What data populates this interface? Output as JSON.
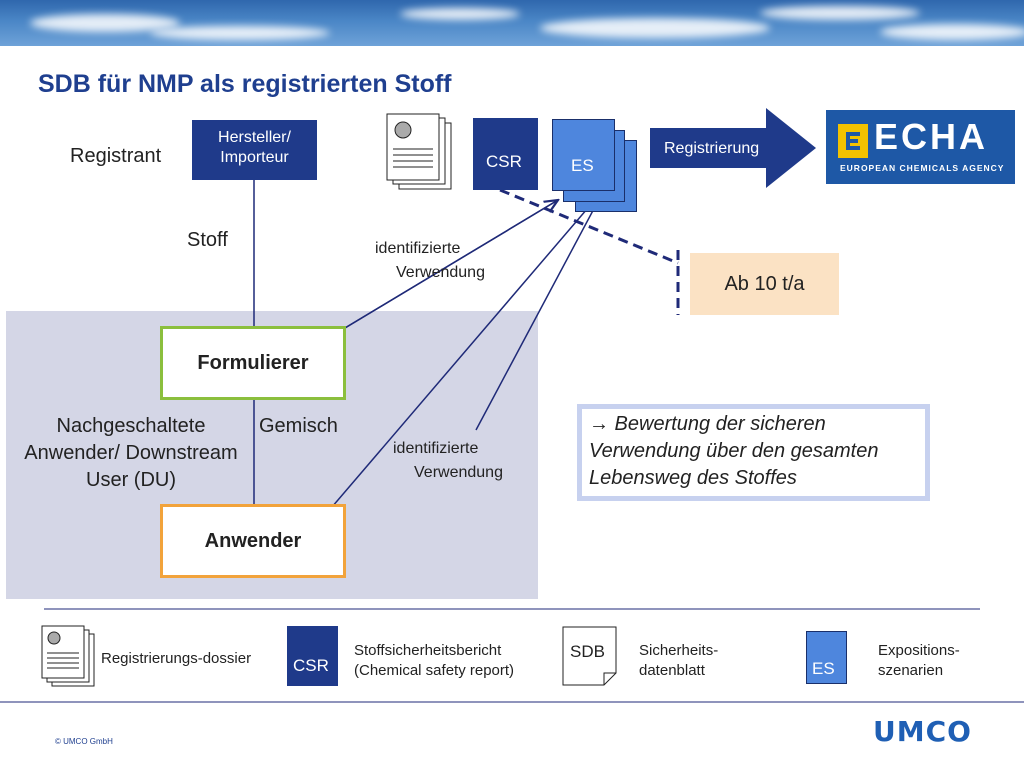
{
  "title": "SDB für NMP als registrierten Stoff",
  "registrant_label": "Registrant",
  "hersteller": {
    "line1": "Hersteller/",
    "line2": "Importeur"
  },
  "stoff_label": "Stoff",
  "csr_label": "CSR",
  "es_label": "ES",
  "registrierung_label": "Registrierung",
  "echa": {
    "name": "ECHA",
    "subtitle": "EUROPEAN CHEMICALS AGENCY"
  },
  "identified_use_top": {
    "line1": "identifizierte",
    "line2": "Verwendung"
  },
  "ab_label": "Ab 10 t/a",
  "formulierer_label": "Formulierer",
  "downstream": {
    "line1": "Nachgeschaltete",
    "line2": "Anwender/ Downstream",
    "line3": "User (DU)"
  },
  "gemisch_label": "Gemisch",
  "identified_use_bottom": {
    "line1": "identifizierte",
    "line2": "Verwendung"
  },
  "anwender_label": "Anwender",
  "evaluation": {
    "line1": "→ Bewertung der sicheren",
    "line2": "Verwendung über den gesamten",
    "line3": "Lebensweg des Stoffes"
  },
  "legend": {
    "dossier": "Registrierungs-dossier",
    "csr_icon": "CSR",
    "csr_line1": "Stoffsicherheitsbericht",
    "csr_line2": "(Chemical safety report)",
    "sdb_icon": "SDB",
    "sdb_line1": "Sicherheits-",
    "sdb_line2": "datenblatt",
    "es_icon": "ES",
    "es_line1": "Expositions-",
    "es_line2": "szenarien"
  },
  "footer": {
    "copyright": "© UMCO GmbH",
    "logo": "UMCO"
  },
  "colors": {
    "navy": "#1f3a8a",
    "title": "#1f3f8f",
    "green": "#8bbf3d",
    "orange": "#f2a33b",
    "es_blue": "#4e86dd",
    "panel": "#d4d6e6",
    "echa_blue": "#1e58a6"
  }
}
